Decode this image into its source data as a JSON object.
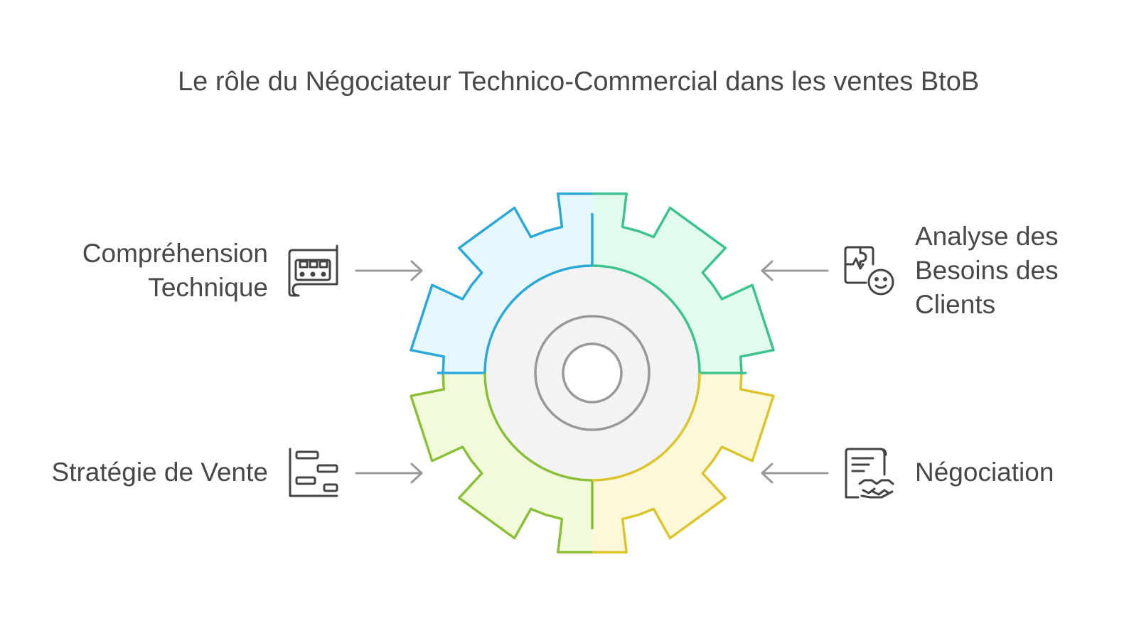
{
  "title": "Le rôle du Négociateur Technico-Commercial dans les ventes BtoB",
  "items": [
    {
      "id": "tl",
      "lines": [
        "Compréhension",
        "Technique"
      ],
      "icon": "circuit-board-icon",
      "color": "#2aa9d9",
      "fill": "#e6f7fd"
    },
    {
      "id": "tr",
      "lines": [
        "Analyse des",
        "Besoins des",
        "Clients"
      ],
      "icon": "analysis-client-icon",
      "color": "#3cc48c",
      "fill": "#e1fbee"
    },
    {
      "id": "bl",
      "lines": [
        "Stratégie de Vente"
      ],
      "icon": "gantt-chart-icon",
      "color": "#8cbf38",
      "fill": "#f1fbdc"
    },
    {
      "id": "br",
      "lines": [
        "Négociation"
      ],
      "icon": "contract-handshake-icon",
      "color": "#dcc42c",
      "fill": "#fdf8d9"
    }
  ],
  "center": {
    "fill": "#f3f3f3",
    "ring": "#999999"
  }
}
